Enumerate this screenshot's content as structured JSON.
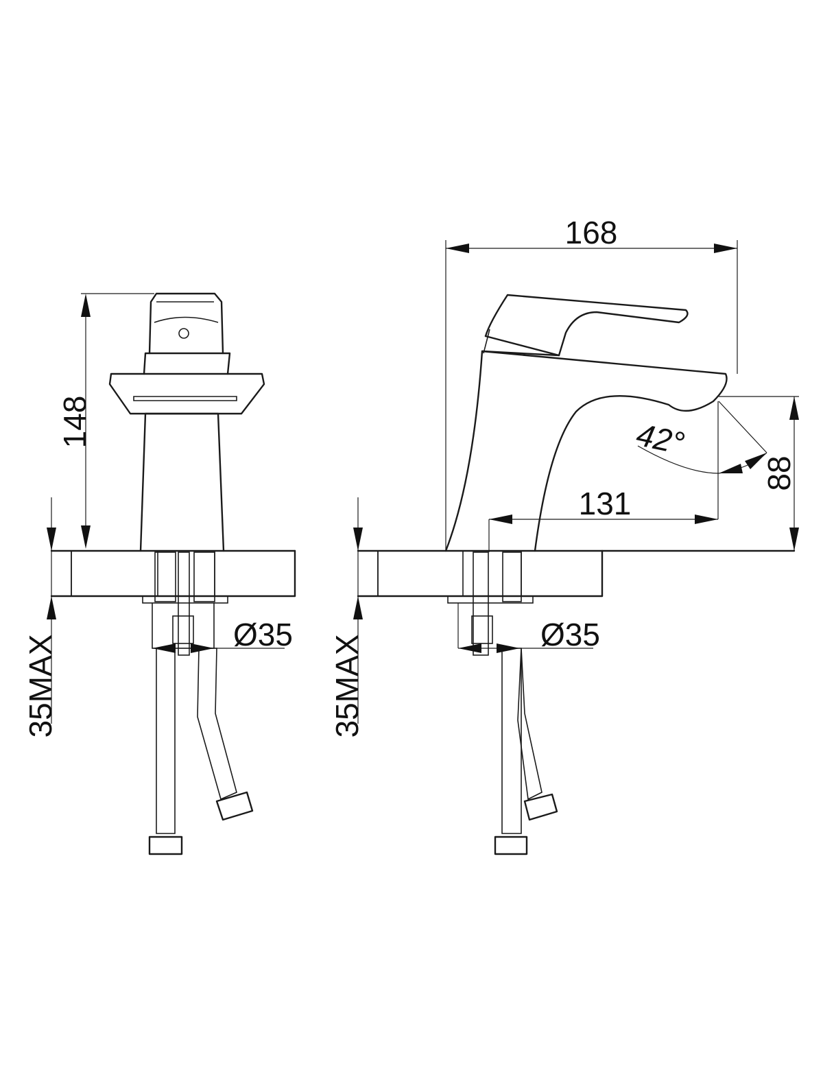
{
  "dimensions": {
    "front_height": "148",
    "front_deck_max": "35MAX",
    "front_hole_diameter": "Ø35",
    "side_overall_length": "168",
    "side_spout_reach": "131",
    "side_spout_height": "88",
    "side_spout_angle": "42°",
    "side_deck_max": "35MAX",
    "side_hole_diameter": "Ø35"
  },
  "colors": {
    "line": "#1a1a1a",
    "background": "#ffffff"
  }
}
